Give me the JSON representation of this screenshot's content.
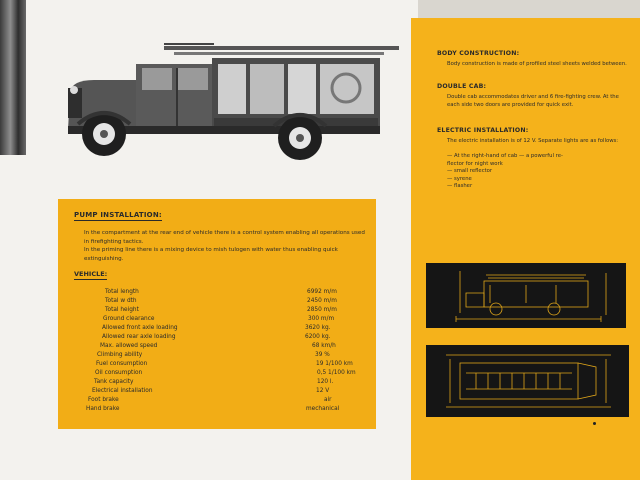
{
  "pump": {
    "title": "PUMP INSTALLATION:",
    "paragraphs": [
      "In the compartment at the rear end of vehicle there is a control system enabling all operations used in firefighting tactics.",
      "In the priming line there is a mixing device to mish tulogen with water thus enabling quick extinguishing."
    ]
  },
  "vehicle": {
    "title": "VEHICLE:",
    "specs": [
      {
        "label": "Total length",
        "value": "6992 m/m"
      },
      {
        "label": "Total w dth",
        "value": "2450 m/m"
      },
      {
        "label": "Total height",
        "value": "2850 m/m"
      },
      {
        "label": "Ground clearance",
        "value": "300 m/m"
      },
      {
        "label": "Allowed front axle loading",
        "value": "3620 kg."
      },
      {
        "label": "Allowed rear axle loading",
        "value": "6200 kg."
      },
      {
        "label": "Max. allowed speed",
        "value": "68 km/h"
      },
      {
        "label": "Climbing ability",
        "value": "39 %"
      },
      {
        "label": "Fuel consumption",
        "value": "19    1/100 km"
      },
      {
        "label": "Oil consumption",
        "value": "0,5 1/100 km"
      },
      {
        "label": "Tank capacity",
        "value": "120 l."
      },
      {
        "label": "Electrical installation",
        "value": "12 V"
      },
      {
        "label": "Foot brake",
        "value": "air"
      },
      {
        "label": "Hand brake",
        "value": "mechanical"
      }
    ]
  },
  "body_construction": {
    "title": "BODY CONSTRUCTION:",
    "text": "Body construction is made of profiled steel sheets welded between."
  },
  "double_cab": {
    "title": "DOUBLE CAB:",
    "text": "Double cab accommodates driver and 6 fire-fighting crew. At the each side two doors are provided for quick exit."
  },
  "electric": {
    "title": "ELECTRIC INSTALLATION:",
    "text": "The electric installation is of 12 V. Separate lights are as follows:",
    "items": [
      "— At the right-hand of cab — a powerful re-",
      "   flector for night work",
      "— small reflector",
      "— syrene",
      "— flasher"
    ]
  },
  "colors": {
    "accent": "#f5b21b",
    "paper": "#f3f2ee",
    "ink": "#2a2a2a",
    "blueprint_bg": "#151515",
    "blueprint_line": "#e0a61a"
  }
}
